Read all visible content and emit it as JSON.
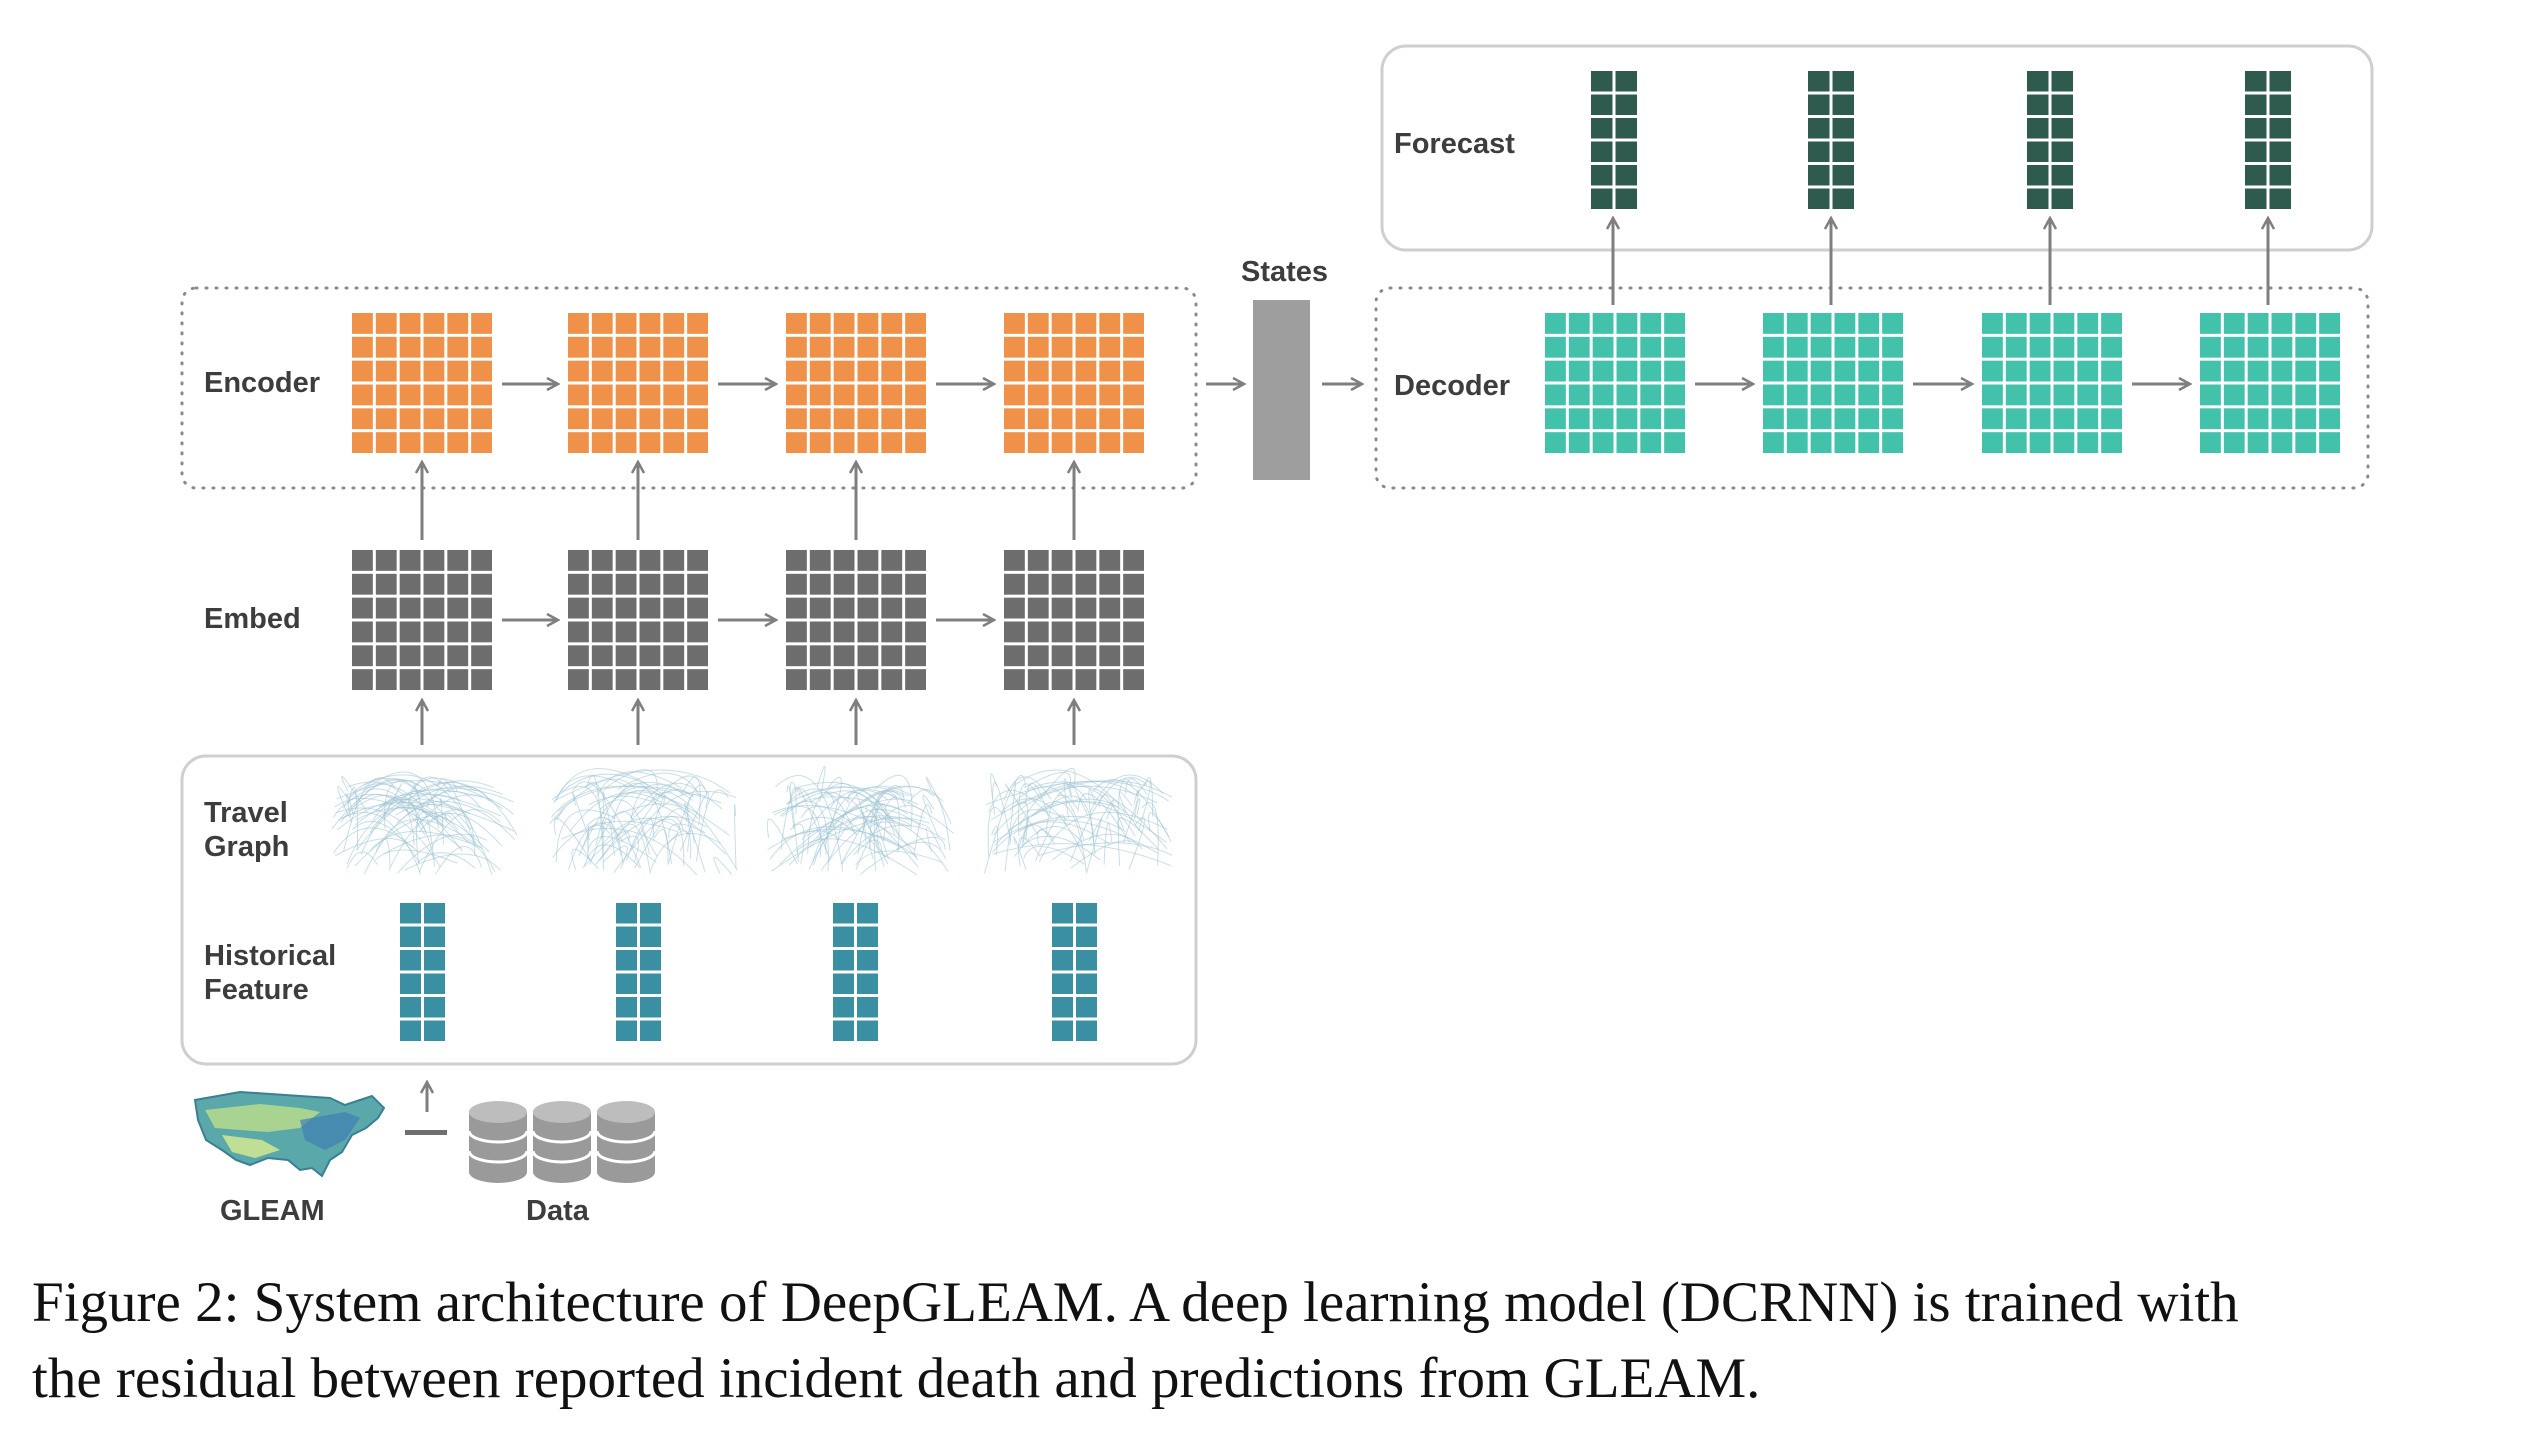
{
  "labels": {
    "forecast": "Forecast",
    "states": "States",
    "encoder": "Encoder",
    "decoder": "Decoder",
    "embed": "Embed",
    "travel_graph": [
      "Travel",
      "Graph"
    ],
    "historical_feature": [
      "Historical",
      "Feature"
    ],
    "gleam": "GLEAM",
    "data": "Data"
  },
  "colors": {
    "encoder": "#ef9148",
    "decoder": "#43c2ab",
    "embed": "#6d6d6d",
    "forecast": "#2f5a4e",
    "historical": "#3b8fa3",
    "states": "#9e9e9e",
    "database": "#9a9a9a",
    "graph": "#9cc3d3"
  },
  "icons": {
    "map": "us-map-icon",
    "database": "database-icon",
    "travel": "travel-network-icon"
  },
  "caption": {
    "line1": "Figure 2: System architecture of DeepGLEAM. A deep learning model (DCRNN) is trained with",
    "line2": "the residual between reported incident death and predictions from GLEAM."
  }
}
